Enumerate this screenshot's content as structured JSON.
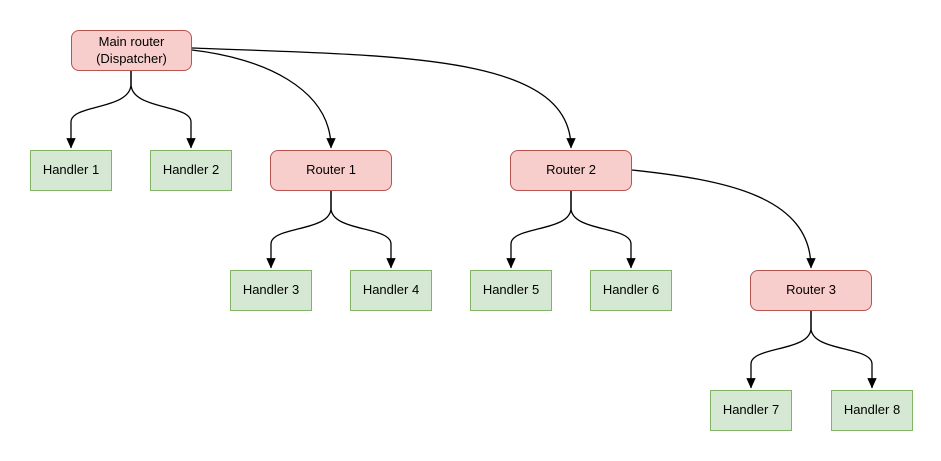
{
  "diagram": {
    "type": "flow-diagram",
    "nodes": {
      "main_router": {
        "label": "Main router\n(Dispatcher)",
        "type": "router"
      },
      "handler_1": {
        "label": "Handler 1",
        "type": "handler"
      },
      "handler_2": {
        "label": "Handler 2",
        "type": "handler"
      },
      "router_1": {
        "label": "Router 1",
        "type": "router"
      },
      "router_2": {
        "label": "Router 2",
        "type": "router"
      },
      "handler_3": {
        "label": "Handler 3",
        "type": "handler"
      },
      "handler_4": {
        "label": "Handler 4",
        "type": "handler"
      },
      "handler_5": {
        "label": "Handler 5",
        "type": "handler"
      },
      "handler_6": {
        "label": "Handler 6",
        "type": "handler"
      },
      "router_3": {
        "label": "Router 3",
        "type": "router"
      },
      "handler_7": {
        "label": "Handler 7",
        "type": "handler"
      },
      "handler_8": {
        "label": "Handler 8",
        "type": "handler"
      }
    },
    "edges": [
      {
        "from": "Main router (Dispatcher)",
        "to": "Handler 1"
      },
      {
        "from": "Main router (Dispatcher)",
        "to": "Handler 2"
      },
      {
        "from": "Main router (Dispatcher)",
        "to": "Router 1"
      },
      {
        "from": "Main router (Dispatcher)",
        "to": "Router 2"
      },
      {
        "from": "Router 1",
        "to": "Handler 3"
      },
      {
        "from": "Router 1",
        "to": "Handler 4"
      },
      {
        "from": "Router 2",
        "to": "Handler 5"
      },
      {
        "from": "Router 2",
        "to": "Handler 6"
      },
      {
        "from": "Router 2",
        "to": "Router 3"
      },
      {
        "from": "Router 3",
        "to": "Handler 7"
      },
      {
        "from": "Router 3",
        "to": "Handler 8"
      }
    ]
  },
  "colors": {
    "router-fill": "#f8cecc",
    "router-border": "#b85450",
    "handler-fill": "#d5e8d4",
    "handler-border": "#82b366",
    "edge-line": "#000000",
    "text": "#000000",
    "background": "#ffffff"
  }
}
